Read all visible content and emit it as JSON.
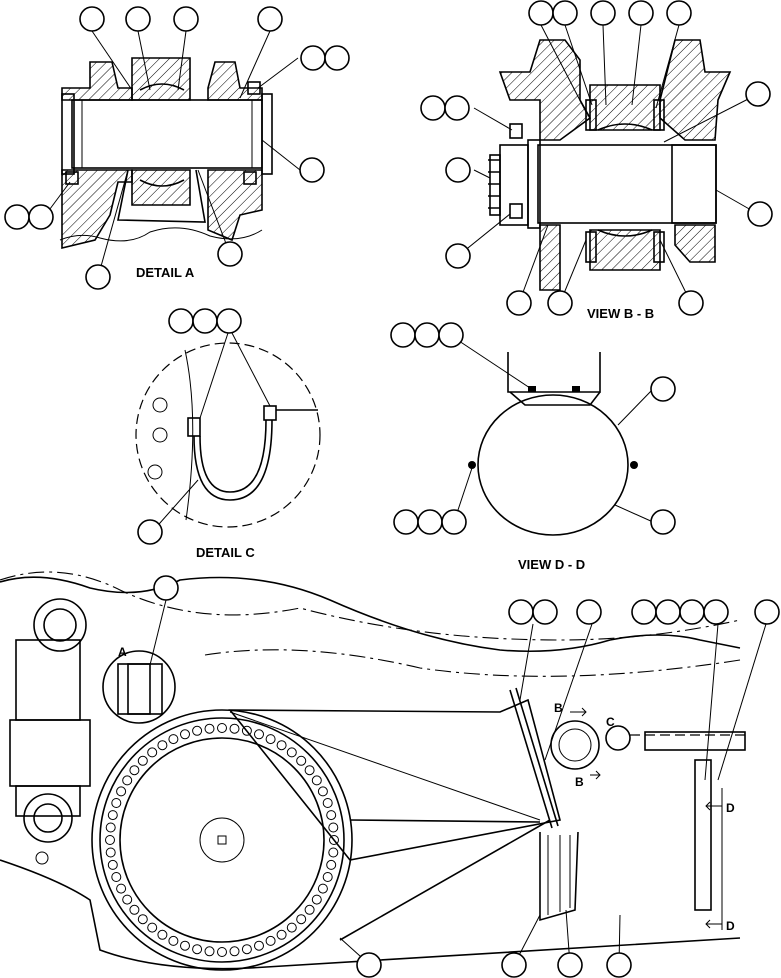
{
  "labels": {
    "detail_a": "DETAIL A",
    "view_bb": "VIEW B - B",
    "detail_c": "DETAIL C",
    "view_dd": "VIEW D - D",
    "section_a": "A",
    "section_b_top": "B",
    "section_b_bottom": "B",
    "section_c": "C",
    "section_d_top": "D",
    "section_d_bottom": "D"
  }
}
